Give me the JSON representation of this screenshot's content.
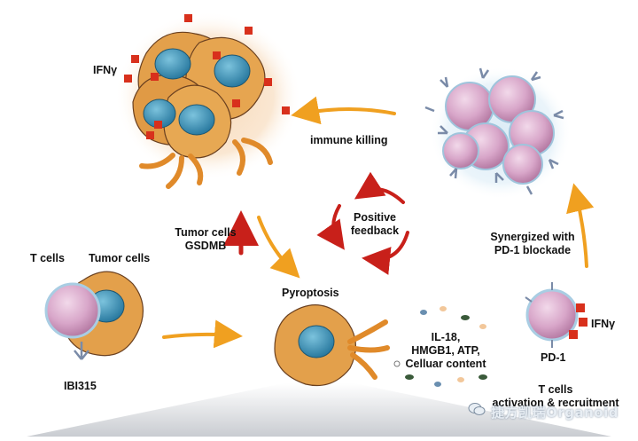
{
  "labels": {
    "ifng_top": "IFNγ",
    "immune_killing": "immune killing",
    "tumor_cells_gsdmb_1": "Tumor cells",
    "tumor_cells_gsdmb_2": "GSDMB",
    "positive_feedback_1": "Positive",
    "positive_feedback_2": "feedback",
    "synergized_1": "Synergized with",
    "synergized_2": "PD-1 blockade",
    "t_cells": "T cells",
    "tumor_cells": "Tumor cells",
    "ibi315": "IBI315",
    "pyroptosis": "Pyroptosis",
    "release_1": "IL-18,",
    "release_2": "HMGB1, ATP,",
    "release_3": "Celluar content",
    "ifng_right": "IFNγ",
    "pd1": "PD-1",
    "tcells_activation_1": "T cells",
    "tcells_activation_2": "activation & recruitment"
  },
  "watermark": "捷方凯瑞Organoid",
  "icons": [
    "tumor-cell-cluster-icon",
    "t-cell-icon",
    "antibody-icon",
    "ifn-gamma-square-icon",
    "pyroptotic-cell-icon"
  ],
  "colors": {
    "tumor_cell": "#e4a04a",
    "nucleus": "#3b93b5",
    "t_cell": "#d9a8cc",
    "arrow_orange": "#f0a020",
    "arrow_red": "#c8201a",
    "ifng_square": "#d8301c"
  }
}
